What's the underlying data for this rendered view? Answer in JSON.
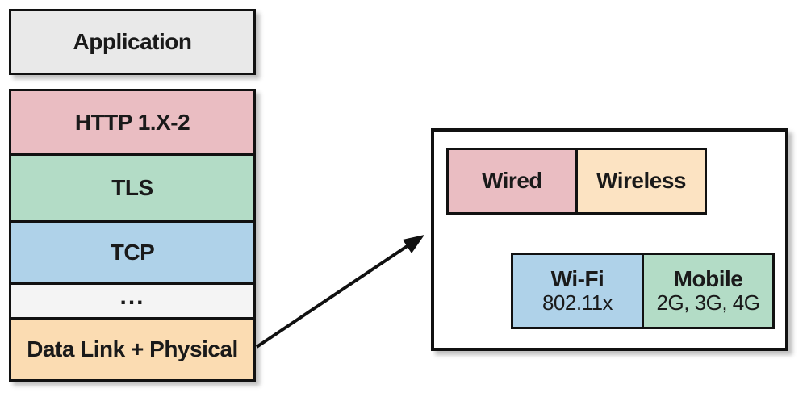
{
  "left_stack": {
    "application_label": "Application",
    "layers": [
      {
        "label": "HTTP 1.X-2",
        "color": "#eabdc2"
      },
      {
        "label": "TLS",
        "color": "#b3dcc6"
      },
      {
        "label": "TCP",
        "color": "#afd2e9"
      },
      {
        "label": "...",
        "color": "#f4f4f4"
      },
      {
        "label": "Data Link + Physical",
        "color": "#fbdcb2"
      }
    ]
  },
  "detail_panel": {
    "top_row": [
      {
        "label": "Wired",
        "color": "#eabdc2"
      },
      {
        "label": "Wireless",
        "color": "#fce3c2"
      }
    ],
    "bottom_row": [
      {
        "title": "Wi-Fi",
        "subtitle": "802.11x",
        "color": "#afd2e9"
      },
      {
        "title": "Mobile",
        "subtitle": "2G, 3G, 4G",
        "color": "#b3dcc6"
      }
    ]
  },
  "colors": {
    "border": "#111111",
    "text": "#1a1a1a",
    "application_gray": "#e9e9e9",
    "background": "#ffffff"
  }
}
